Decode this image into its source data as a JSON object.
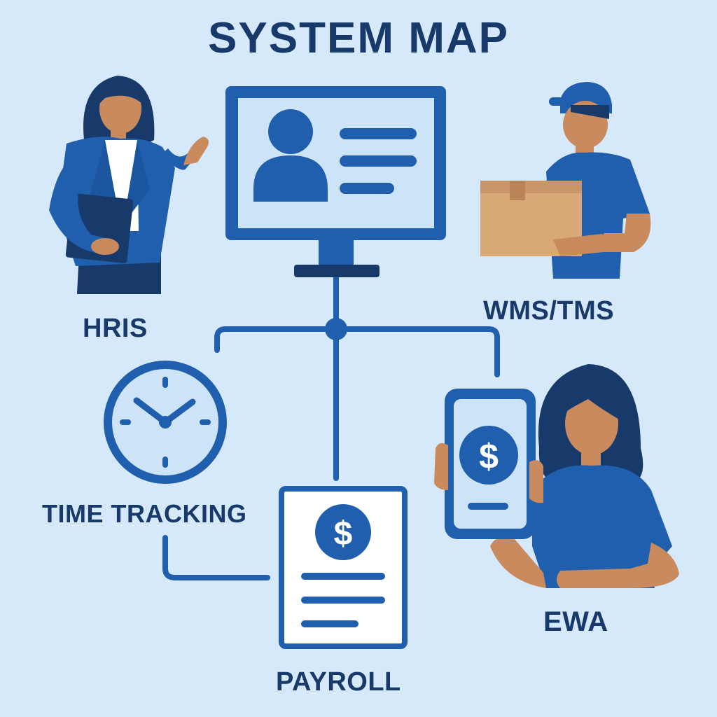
{
  "title": "SYSTEM MAP",
  "nodes": {
    "hris": {
      "label": "HRIS"
    },
    "wms_tms": {
      "label": "WMS/TMS"
    },
    "time_tracking": {
      "label": "TIME TRACKING"
    },
    "payroll": {
      "label": "PAYROLL"
    },
    "ewa": {
      "label": "EWA"
    }
  },
  "icons": [
    "hr-person-icon",
    "monitor-profile-icon",
    "delivery-person-icon",
    "clock-icon",
    "payroll-document-icon",
    "mobile-phone-dollar-icon",
    "woman-with-phone-icon"
  ],
  "colors": {
    "background": "#d6e9fa",
    "primary_blue": "#1f5fad",
    "dark_navy": "#173a6b",
    "box_tan": "#d9a877",
    "skin": "#c98a5e"
  }
}
